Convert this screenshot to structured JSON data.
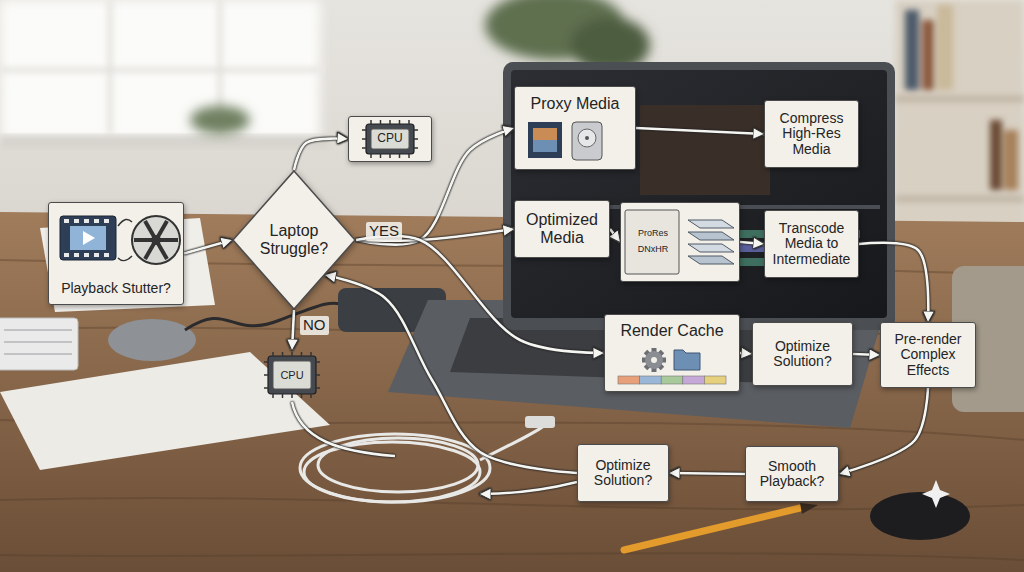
{
  "diagram": {
    "nodes": [
      {
        "text": [
          "Playback Stutter?"
        ]
      },
      {
        "text": [
          "Laptop Struggle?"
        ]
      },
      {
        "text": [
          "CPU"
        ]
      },
      {
        "text": [
          "Proxy Media"
        ]
      },
      {
        "text": [
          "Compress High-Res Media"
        ]
      },
      {
        "text": [
          "Optimized Media"
        ]
      },
      {
        "text": [
          "ProRes",
          "DNxHR"
        ]
      },
      {
        "text": [
          "Transcode Media to Intermediate"
        ]
      },
      {
        "text": [
          "Render Cache"
        ]
      },
      {
        "text": [
          "Optimize Solution?"
        ]
      },
      {
        "text": [
          "Pre-render Complex Effects"
        ]
      },
      {
        "text": [
          "CPU"
        ]
      },
      {
        "text": [
          "Smooth Playback?"
        ]
      },
      {
        "text": [
          "Optimize Solution?"
        ]
      }
    ],
    "edges": [
      {
        "from": 0,
        "to": 1,
        "arrow": "to"
      },
      {
        "from": 1,
        "to": 2,
        "arrow": "to"
      },
      {
        "from": 1,
        "to": 3,
        "arrow": "to"
      },
      {
        "from": 1,
        "to": 5,
        "arrow": "to"
      },
      {
        "from": 1,
        "to": 8,
        "arrow": "to"
      },
      {
        "from": 1,
        "to": 11,
        "arrow": "to"
      },
      {
        "from": 3,
        "to": 4,
        "arrow": "to"
      },
      {
        "from": 5,
        "to": 6,
        "arrow": "to"
      },
      {
        "from": 6,
        "to": 7,
        "arrow": "to"
      },
      {
        "from": 7,
        "to": 10,
        "arrow": "to"
      },
      {
        "from": 8,
        "to": 9,
        "arrow": "to"
      },
      {
        "from": 9,
        "to": 10,
        "arrow": "to"
      },
      {
        "from": 10,
        "to": 12,
        "arrow": "to"
      },
      {
        "from": 12,
        "to": 13,
        "arrow": "to"
      },
      {
        "from": 13,
        "to": 1,
        "arrow": "to"
      }
    ],
    "labels": [
      "YES",
      "NO"
    ]
  }
}
